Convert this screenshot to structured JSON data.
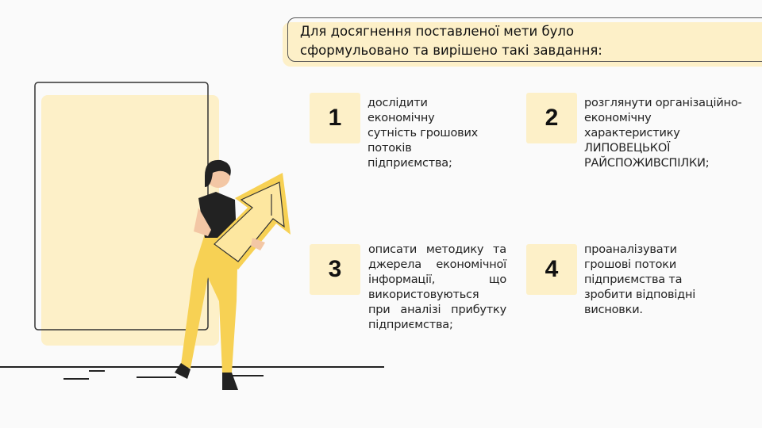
{
  "title": {
    "lines": [
      "Для досягнення поставленої мети було",
      "сформульовано та вирішено такі завдання:"
    ]
  },
  "tasks": [
    {
      "number": "1",
      "lines": [
        "дослідити",
        "економічну",
        "сутність грошових",
        "потоків",
        "підприємства;"
      ]
    },
    {
      "number": "2",
      "lines": [
        "розглянути організаційно-",
        "економічну",
        "характеристику",
        "ЛИПОВЕЦЬКОЇ",
        "РАЙСПОЖИВСПІЛКИ;"
      ]
    },
    {
      "number": "3",
      "lines": [
        "описати методику та",
        "джерела економічної",
        "інформації, що",
        "використовуються",
        "при аналізі прибутку",
        "підприємства;"
      ]
    },
    {
      "number": "4",
      "lines": [
        "проаналізувати",
        "грошові потоки",
        "підприємства та",
        "зробити відповідні",
        "висновки."
      ]
    }
  ],
  "colors": {
    "accent": "#fdf0c8",
    "figure_yellow": "#f7d154"
  }
}
